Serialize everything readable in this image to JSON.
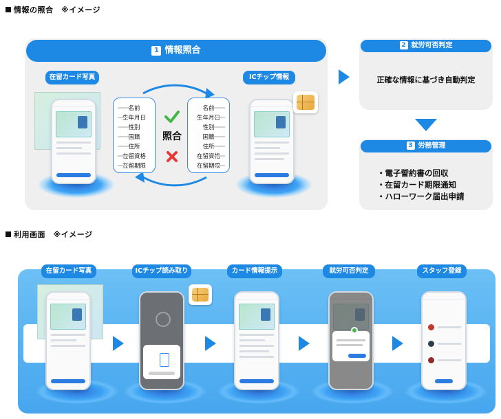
{
  "section1": {
    "title": "情報の照合　※イメージ",
    "step1": {
      "num": "1",
      "label": "情報照合"
    },
    "tag_card": "在留カード写真",
    "tag_ic": "ICチップ情報",
    "fields": [
      "名前",
      "生年月日",
      "性別",
      "国籍",
      "住所",
      "在留資格",
      "在留期限"
    ],
    "compare_label": "照合",
    "step2": {
      "num": "2",
      "label": "就労可否判定",
      "body": "正確な情報に基づき自動判定"
    },
    "step3": {
      "num": "3",
      "label": "労務管理",
      "items": [
        "・電子誓約書の回収",
        "・在留カード期限通知",
        "・ハローワーク届出申請"
      ]
    }
  },
  "section2": {
    "title": "利用画面　※イメージ",
    "steps": [
      "在留カード写真",
      "ICチップ読み取り",
      "カード情報提示",
      "就労可否判定",
      "スタッフ登録"
    ]
  },
  "colors": {
    "accent": "#1e88e5",
    "check": "#43b649",
    "cross": "#e53935"
  },
  "icons": [
    "check-icon",
    "cross-icon",
    "ic-chip-icon",
    "cycle-arrow-icon",
    "triangle-arrow-icon"
  ]
}
